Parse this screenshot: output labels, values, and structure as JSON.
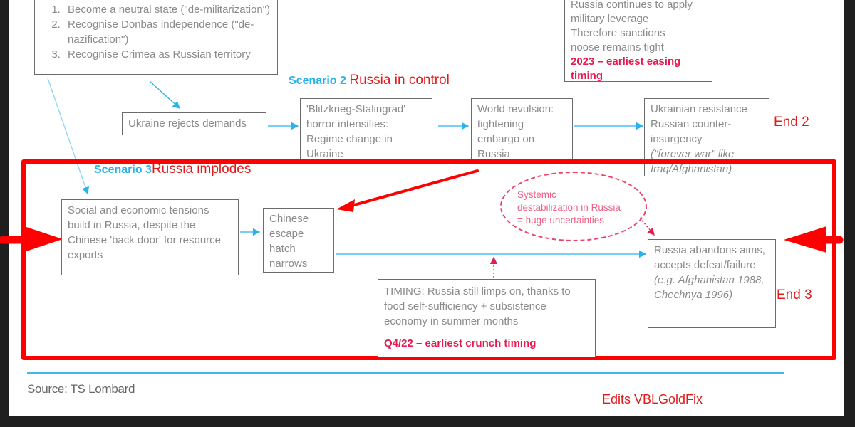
{
  "diagram": {
    "demands_box": {
      "items": [
        "Become a neutral state (\"de-militarization\")",
        "Recognise Donbas independence (\"de-nazification\")",
        "Recognise Crimea as Russian territory"
      ]
    },
    "sanctions_box": {
      "lines": [
        "Russia continues to apply",
        "military leverage",
        "Therefore sanctions",
        "noose remains tight"
      ],
      "timing": "2023 – earliest easing timing"
    },
    "scenario2": {
      "label": "Scenario 2",
      "title": "Russia in control"
    },
    "scenario3": {
      "label": "Scenario 3",
      "title": "Russia implodes"
    },
    "row2": {
      "ukraine_rejects": "Ukraine rejects demands",
      "blitzkrieg": "'Blitzkrieg-Stalingrad' horror intensifies: Regime change in Ukraine",
      "world_revulsion": "World revulsion: tightening embargo on Russia",
      "resistance": "Ukrainian resistance Russian counter-insurgency",
      "resistance_note": "(\"forever war\" like Iraq/Afghanistan)",
      "end_label": "End 2"
    },
    "row3": {
      "tensions": "Social and economic tensions build in Russia, despite the Chinese 'back door' for resource exports",
      "escape_hatch": "Chinese escape hatch narrows",
      "destabilization": [
        "Systemic",
        "destabilization in Russia",
        " = huge uncertainties"
      ],
      "abandons": "Russia abandons aims, accepts defeat/failure",
      "abandons_note": "(e.g. Afghanistan 1988, Chechnya 1996)",
      "end_label": "End 3",
      "timing_text": "TIMING: Russia still limps on, thanks to food self-sufficiency + subsistence economy in summer months",
      "timing_crunch": "Q4/22 – earliest crunch timing"
    },
    "footer": {
      "source": "Source: TS Lombard",
      "edits": "Edits VBLGoldFix"
    },
    "colors": {
      "annotation_red": "#ff0000",
      "scenario_blue": "#29b3ea",
      "timing_pink": "#e8194f",
      "box_border": "#6b6b6b",
      "text_gray": "#8a8a8a"
    }
  }
}
